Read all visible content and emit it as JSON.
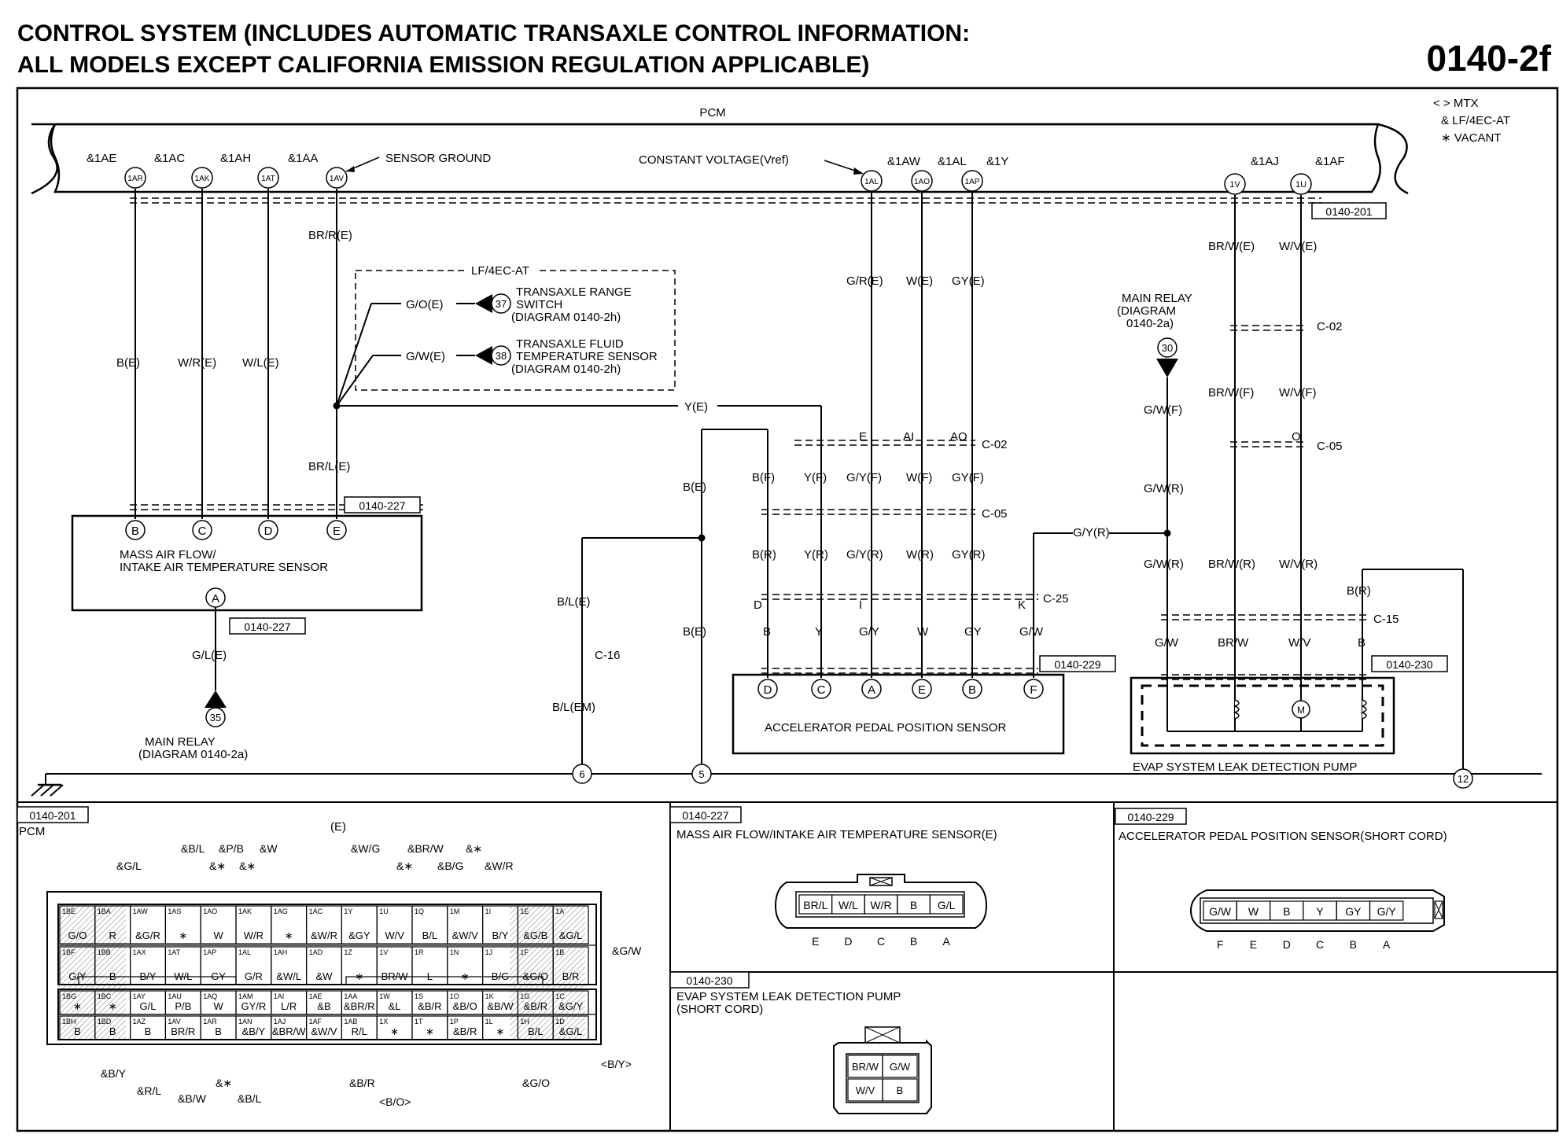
{
  "header": {
    "title_line1": "CONTROL SYSTEM (INCLUDES AUTOMATIC TRANSAXLE CONTROL INFORMATION:",
    "title_line2": "ALL MODELS EXCEPT CALIFORNIA EMISSION REGULATION APPLICABLE)",
    "diagram_number": "0140-2f"
  },
  "legend": {
    "mtx": "< > MTX",
    "lf": "&  LF/4EC-AT",
    "vacant": "∗  VACANT"
  },
  "pcm": {
    "label": "PCM",
    "sensor_ground": "SENSOR GROUND",
    "constant_voltage": "CONSTANT VOLTAGE(Vref)",
    "ref_box": "0140-201",
    "terminals": [
      {
        "tag": "&1AE",
        "pin": "1AR"
      },
      {
        "tag": "&1AC",
        "pin": "1AK"
      },
      {
        "tag": "&1AH",
        "pin": "1AT"
      },
      {
        "tag": "&1AA",
        "pin": "1AV"
      },
      {
        "tag": "&1AW",
        "pin": "1AL"
      },
      {
        "tag": "&1AL",
        "pin": "1AO"
      },
      {
        "tag": "&1Y",
        "pin": "1AP"
      },
      {
        "tag": "&1AJ",
        "pin": "1V"
      },
      {
        "tag": "&1AF",
        "pin": "1U"
      }
    ]
  },
  "wires": {
    "brr_e": "BR/R(E)",
    "b_e": "B(E)",
    "wr_e": "W/R(E)",
    "wl_e": "W/L(E)",
    "brl_e": "BR/L(E)",
    "go_e": "G/O(E)",
    "gw_e": "G/W(E)",
    "y_e": "Y(E)",
    "b_e2": "B(E)",
    "b_e3": "B(E)",
    "bl_e": "B/L(E)",
    "bl_em": "B/L(EM)",
    "gl_e": "G/L(E)",
    "gr_e": "G/R(E)",
    "w_e": "W(E)",
    "gy_e": "GY(E)",
    "brw_e": "BR/W(E)",
    "wv_e": "W/V(E)",
    "b_f": "B(F)",
    "y_f": "Y(F)",
    "gy_f": "G/Y(F)",
    "w_f": "W(F)",
    "gyf": "GY(F)",
    "b_r": "B(R)",
    "y_r": "Y(R)",
    "gy_r": "G/Y(R)",
    "w_r": "W(R)",
    "gyr": "GY(R)",
    "b": "B",
    "y": "Y",
    "g_y": "G/Y",
    "w": "W",
    "gy": "GY",
    "g_w": "G/W",
    "gy_r2": "G/Y(R)",
    "gw_f": "G/W(F)",
    "gw_r": "G/W(R)",
    "gw_r2": "G/W(R)",
    "brw_f": "BR/W(F)",
    "wv_f": "W/V(F)",
    "brw_r": "BR/W(R)",
    "wv_r": "W/V(R)",
    "b_r2": "B(R)",
    "gw": "G/W",
    "brw": "BR/W",
    "wv": "W/V",
    "b2": "B",
    "pin_e": "E",
    "pin_ai": "AI",
    "pin_ao": "AO",
    "pin_d": "D",
    "pin_i": "I",
    "pin_k": "K",
    "pin_o": "O"
  },
  "connectors": {
    "c02": "C-02",
    "c05": "C-05",
    "c25": "C-25",
    "c16": "C-16",
    "c15": "C-15",
    "c02b": "C-02",
    "c05b": "C-05",
    "c05c": "C-05"
  },
  "lf_box": {
    "label": "LF/4EC-AT",
    "trs_num": "37",
    "trs_l1": "TRANSAXLE RANGE",
    "trs_l2": "SWITCH",
    "trs_l3": "(DIAGRAM 0140-2h)",
    "tft_num": "38",
    "tft_l1": "TRANSAXLE FLUID",
    "tft_l2": "TEMPERATURE SENSOR",
    "tft_l3": "(DIAGRAM 0140-2h)"
  },
  "maf": {
    "label1": "MASS AIR FLOW/",
    "label2": "INTAKE AIR TEMPERATURE SENSOR",
    "ref": "0140-227",
    "ref2": "0140-227",
    "pins": [
      "B",
      "C",
      "D",
      "E"
    ],
    "pin_a": "A"
  },
  "main_relay_left": {
    "num": "35",
    "l1": "MAIN RELAY",
    "l2": "(DIAGRAM 0140-2a)"
  },
  "main_relay_right": {
    "num": "30",
    "l1": "MAIN RELAY",
    "l2": "(DIAGRAM",
    "l3": "0140-2a)"
  },
  "apps": {
    "label": "ACCELERATOR PEDAL POSITION SENSOR",
    "ref": "0140-229",
    "pins": [
      "D",
      "C",
      "A",
      "E",
      "B",
      "F"
    ]
  },
  "evap": {
    "label": "EVAP SYSTEM LEAK DETECTION PUMP",
    "ref": "0140-230"
  },
  "grounds": [
    "6",
    "5",
    "12"
  ],
  "panels": {
    "p201_ref": "0140-201",
    "p201_title": "PCM",
    "p201_e": "(E)",
    "p227_ref": "0140-227",
    "p227_title": "MASS AIR FLOW/INTAKE AIR TEMPERATURE SENSOR(E)",
    "p229_ref": "0140-229",
    "p229_title": "ACCELERATOR PEDAL POSITION SENSOR(SHORT CORD)",
    "p230_ref": "0140-230",
    "p230_title1": "EVAP SYSTEM LEAK DETECTION PUMP",
    "p230_title2": "(SHORT CORD)"
  },
  "pcm_connector": {
    "top_callouts": [
      "&B/L",
      "&P/B",
      "&W",
      "&W/G",
      "&BR/W",
      "&∗",
      "&G/L",
      "&∗",
      "&∗",
      "&∗",
      "&B/G",
      "&W/R"
    ],
    "right_callouts": [
      "&G/W",
      "<B/Y>"
    ],
    "bottom_callouts": [
      "&B/Y",
      "&R/L",
      "&B/W",
      "&∗",
      "&B/L",
      "&B/R",
      "<B/O>",
      "&G/O"
    ],
    "row1": [
      {
        "pin": "1BE",
        "val": "G/O"
      },
      {
        "pin": "1BA",
        "val": "R"
      },
      {
        "pin": "1AW",
        "val": "&G/R"
      },
      {
        "pin": "1AS",
        "val": "∗"
      },
      {
        "pin": "1AO",
        "val": "W"
      },
      {
        "pin": "1AK",
        "val": "W/R"
      },
      {
        "pin": "1AG",
        "val": "∗"
      },
      {
        "pin": "1AC",
        "val": "&W/R"
      },
      {
        "pin": "1Y",
        "val": "&GY"
      },
      {
        "pin": "1U",
        "val": "W/V"
      },
      {
        "pin": "1Q",
        "val": "B/L"
      },
      {
        "pin": "1M",
        "val": "&W/V"
      },
      {
        "pin": "1I",
        "val": "B/Y"
      },
      {
        "pin": "1E",
        "val": "&G/B"
      },
      {
        "pin": "1A",
        "val": "&G/L"
      }
    ],
    "row2": [
      {
        "pin": "1BF",
        "val": "G/Y"
      },
      {
        "pin": "1BB",
        "val": "B"
      },
      {
        "pin": "1AX",
        "val": "B/Y"
      },
      {
        "pin": "1AT",
        "val": "W/L"
      },
      {
        "pin": "1AP",
        "val": "GY"
      },
      {
        "pin": "1AL",
        "val": "G/R"
      },
      {
        "pin": "1AH",
        "val": "&W/L"
      },
      {
        "pin": "1AD",
        "val": "&W"
      },
      {
        "pin": "1Z",
        "val": "∗"
      },
      {
        "pin": "1V",
        "val": "BR/W"
      },
      {
        "pin": "1R",
        "val": "L"
      },
      {
        "pin": "1N",
        "val": "∗"
      },
      {
        "pin": "1J",
        "val": "B/G"
      },
      {
        "pin": "1F",
        "val": "&G/O"
      },
      {
        "pin": "1B",
        "val": "B/R"
      }
    ],
    "row3": [
      {
        "pin": "1BG",
        "val": "∗"
      },
      {
        "pin": "1BC",
        "val": "∗"
      },
      {
        "pin": "1AY",
        "val": "G/L"
      },
      {
        "pin": "1AU",
        "val": "P/B"
      },
      {
        "pin": "1AQ",
        "val": "W"
      },
      {
        "pin": "1AM",
        "val": "GY/R"
      },
      {
        "pin": "1AI",
        "val": "L/R"
      },
      {
        "pin": "1AE",
        "val": "&B"
      },
      {
        "pin": "1AA",
        "val": "&BR/R"
      },
      {
        "pin": "1W",
        "val": "&L"
      },
      {
        "pin": "1S",
        "val": "&B/R"
      },
      {
        "pin": "1O",
        "val": "&B/O"
      },
      {
        "pin": "1K",
        "val": "&B/W"
      },
      {
        "pin": "1G",
        "val": "&B/R"
      },
      {
        "pin": "1C",
        "val": "&G/Y"
      }
    ],
    "row4": [
      {
        "pin": "1BH",
        "val": "B"
      },
      {
        "pin": "1BD",
        "val": "B"
      },
      {
        "pin": "1AZ",
        "val": "B"
      },
      {
        "pin": "1AV",
        "val": "BR/R"
      },
      {
        "pin": "1AR",
        "val": "B"
      },
      {
        "pin": "1AN",
        "val": "&B/Y"
      },
      {
        "pin": "1AJ",
        "val": "&BR/W"
      },
      {
        "pin": "1AF",
        "val": "&W/V"
      },
      {
        "pin": "1AB",
        "val": "R/L"
      },
      {
        "pin": "1X",
        "val": "∗"
      },
      {
        "pin": "1T",
        "val": "∗"
      },
      {
        "pin": "1P",
        "val": "&B/R"
      },
      {
        "pin": "1L",
        "val": "∗"
      },
      {
        "pin": "1H",
        "val": "B/L"
      },
      {
        "pin": "1D",
        "val": "&G/L"
      }
    ]
  },
  "maf_connector": {
    "cells": [
      "BR/L",
      "W/L",
      "W/R",
      "B",
      "G/L"
    ],
    "letters": [
      "E",
      "D",
      "C",
      "B",
      "A"
    ]
  },
  "apps_connector": {
    "cells": [
      "G/W",
      "W",
      "B",
      "Y",
      "GY",
      "G/Y"
    ],
    "letters": [
      "F",
      "E",
      "D",
      "C",
      "B",
      "A"
    ]
  },
  "evap_connector": {
    "cells": [
      "BR/W",
      "G/W",
      "W/V",
      "B"
    ]
  }
}
